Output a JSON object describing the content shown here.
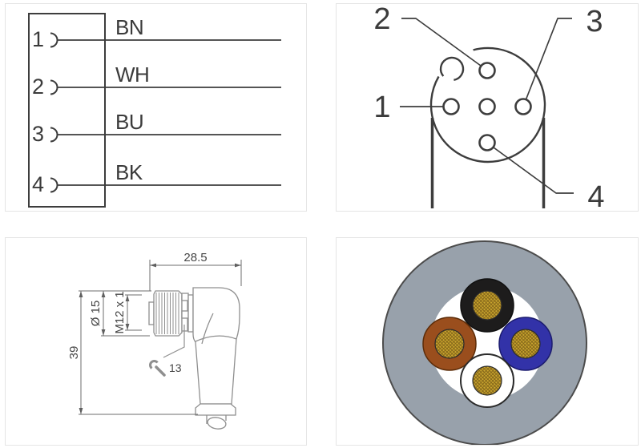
{
  "panels": {
    "wiring_diagram": {
      "pins": [
        {
          "number": "1",
          "wire_color_code": "BN"
        },
        {
          "number": "2",
          "wire_color_code": "WH"
        },
        {
          "number": "3",
          "wire_color_code": "BU"
        },
        {
          "number": "4",
          "wire_color_code": "BK"
        }
      ]
    },
    "connector_face": {
      "pin_labels": [
        "1",
        "2",
        "3",
        "4"
      ]
    },
    "dimension_drawing": {
      "width_mm": "28.5",
      "diameter": "Ø 15",
      "thread": "M12 x 1",
      "height_mm": "39",
      "wrench_size": "13"
    },
    "cable_cross_section": {
      "jacket_hex": "#98a1ab",
      "jacket_outline_hex": "#4c4c4c",
      "conductor_hex": "#c9a42e",
      "conductor_hatch_hex": "#83661a",
      "wires": [
        {
          "name": "black",
          "hex": "#1d1c1c",
          "outline": "#111111"
        },
        {
          "name": "brown",
          "hex": "#9a4e1d",
          "outline": "#5c2c08"
        },
        {
          "name": "blue",
          "hex": "#3232a8",
          "outline": "#1b1b6e"
        },
        {
          "name": "white",
          "hex": "#ffffff",
          "outline": "#2b2b2b"
        }
      ]
    }
  }
}
